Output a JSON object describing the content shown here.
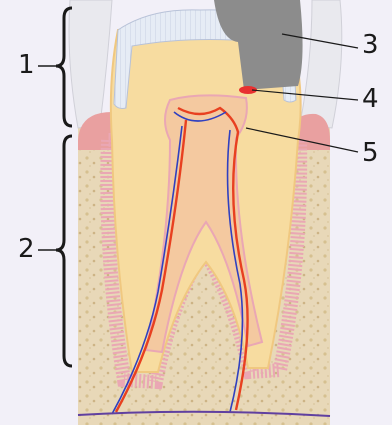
{
  "labels": {
    "crown_region": "1",
    "root_region": "2",
    "filling": "3",
    "lining_spot": "4",
    "pulp_vessels": "5"
  },
  "colors": {
    "background": "#f2f0f8",
    "bone": "#e8d8b8",
    "gum": "#e9a0a0",
    "dentin": "#f7dca0",
    "enamel": "#e6ecf5",
    "pulp": "#f4c9a0",
    "filling": "#8c8c8c",
    "lining_spot": "#e83030",
    "artery": "#e84020",
    "vein": "#3040c0",
    "ligament": "#e8a0b0"
  },
  "icons": {
    "bracket": "curly-brace",
    "leader": "line"
  }
}
